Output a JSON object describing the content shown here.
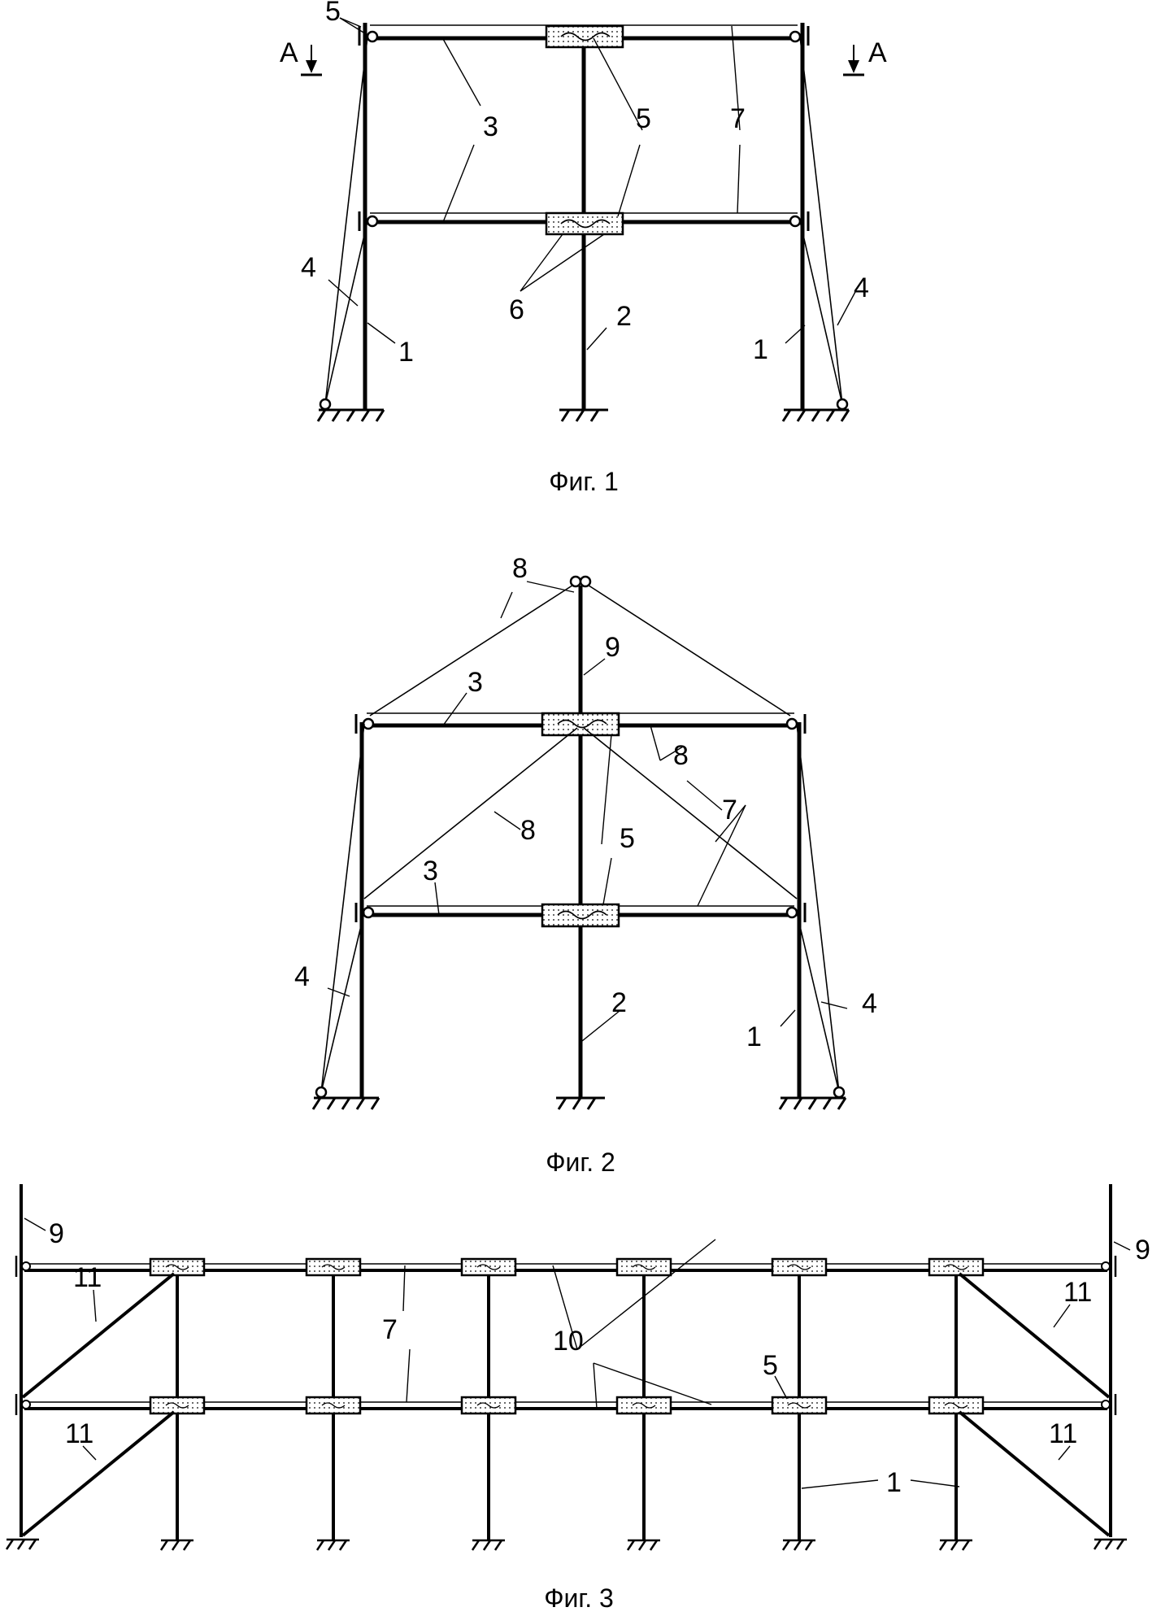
{
  "figures": [
    {
      "caption": "Фиг. 1",
      "section_label": "А",
      "labels": [
        "5",
        "3",
        "3",
        "5",
        "7",
        "7",
        "4",
        "4",
        "6",
        "2",
        "1",
        "1"
      ]
    },
    {
      "caption": "Фиг. 2",
      "labels": [
        "8",
        "9",
        "3",
        "8",
        "7",
        "8",
        "5",
        "7",
        "3",
        "5",
        "4",
        "2",
        "1",
        "4"
      ]
    },
    {
      "caption": "Фиг. 3",
      "labels": [
        "9",
        "9",
        "11",
        "7",
        "10",
        "11",
        "5",
        "11",
        "11",
        "1"
      ]
    }
  ]
}
